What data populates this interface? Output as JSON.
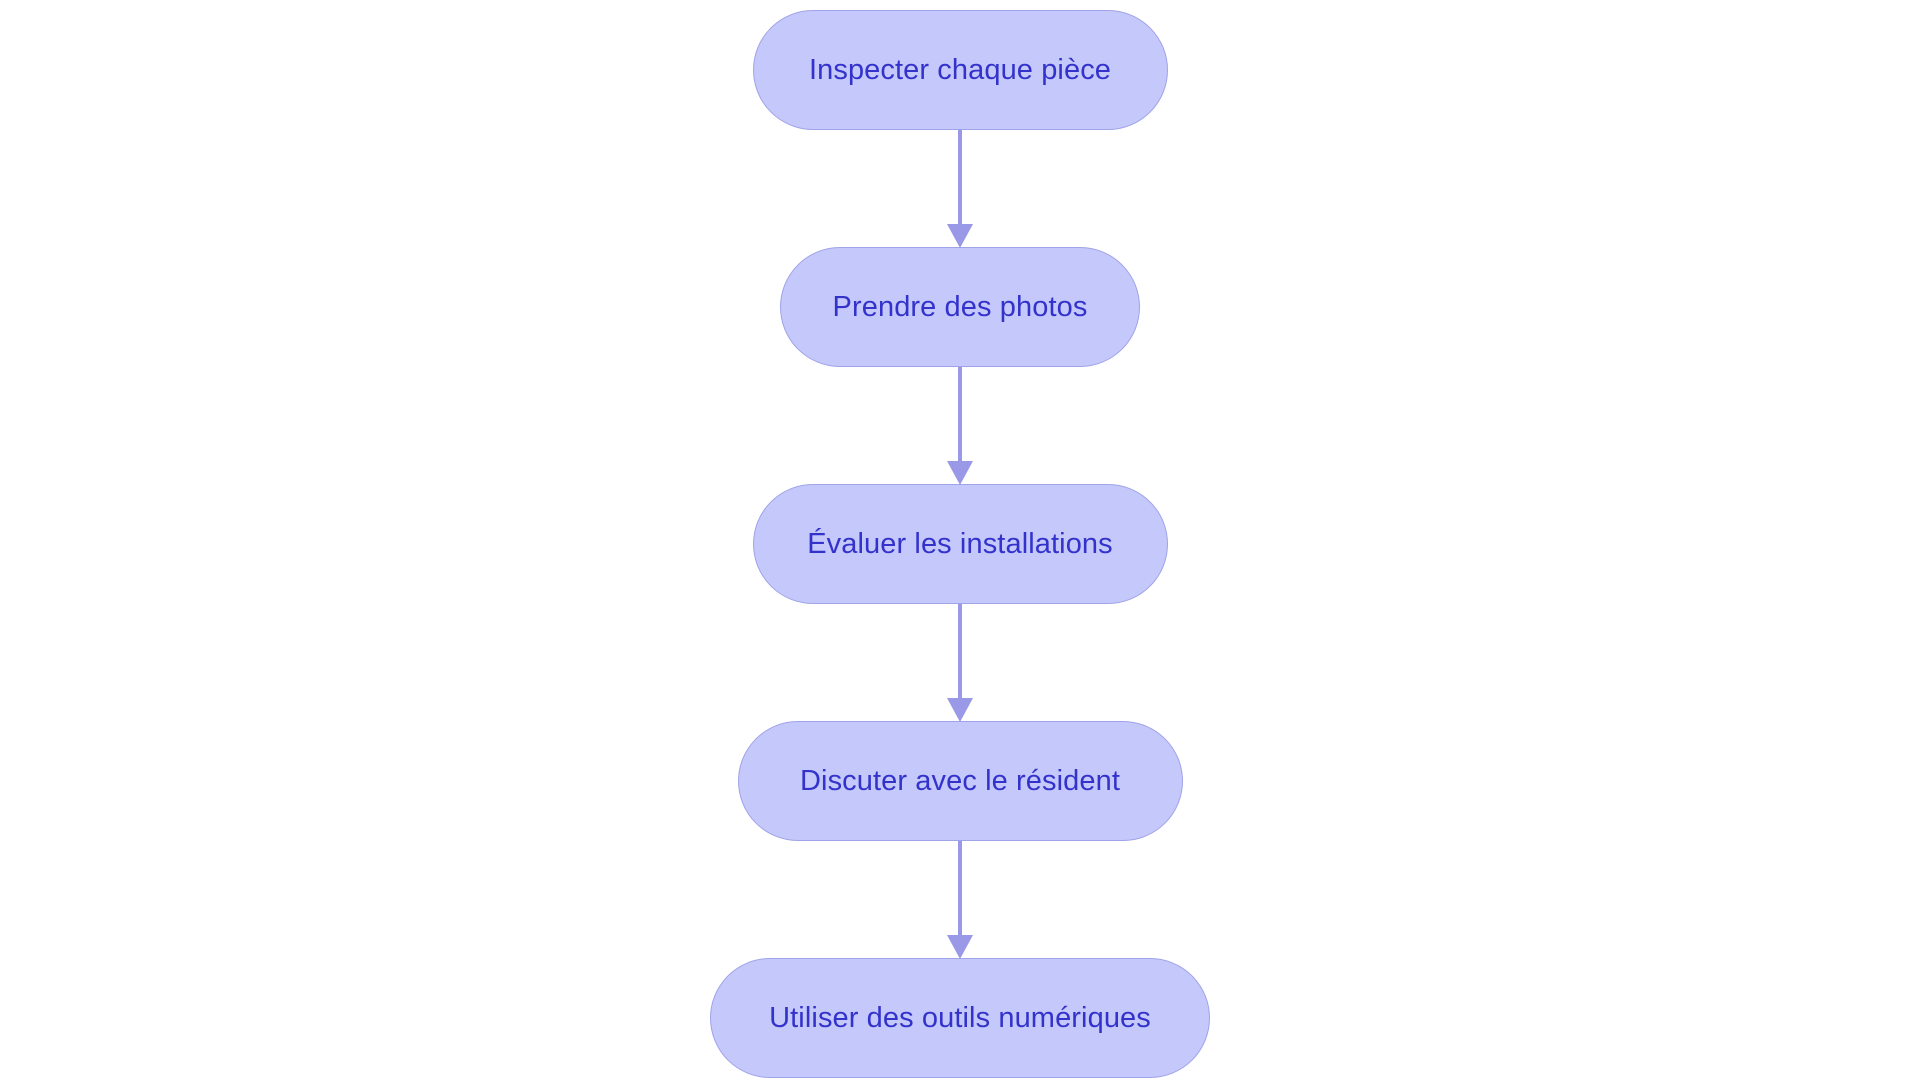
{
  "diagram": {
    "type": "flowchart",
    "orientation": "vertical-top-to-bottom",
    "background_color": "#ffffff",
    "node_fill_color": "#c5c8fa",
    "node_border_color": "#9fa3e8",
    "node_text_color": "#3333cc",
    "edge_color": "#9999e8",
    "node_shape": "stadium",
    "nodes": [
      {
        "id": "n1",
        "label": "Inspecter chaque pièce"
      },
      {
        "id": "n2",
        "label": "Prendre des photos"
      },
      {
        "id": "n3",
        "label": "Évaluer les installations"
      },
      {
        "id": "n4",
        "label": "Discuter avec le résident"
      },
      {
        "id": "n5",
        "label": "Utiliser des outils numériques"
      }
    ],
    "edges": [
      {
        "from": "n1",
        "to": "n2",
        "arrow": "down-arrowhead",
        "label": ""
      },
      {
        "from": "n2",
        "to": "n3",
        "arrow": "down-arrowhead",
        "label": ""
      },
      {
        "from": "n3",
        "to": "n4",
        "arrow": "down-arrowhead",
        "label": ""
      },
      {
        "from": "n4",
        "to": "n5",
        "arrow": "down-arrowhead",
        "label": ""
      }
    ]
  }
}
